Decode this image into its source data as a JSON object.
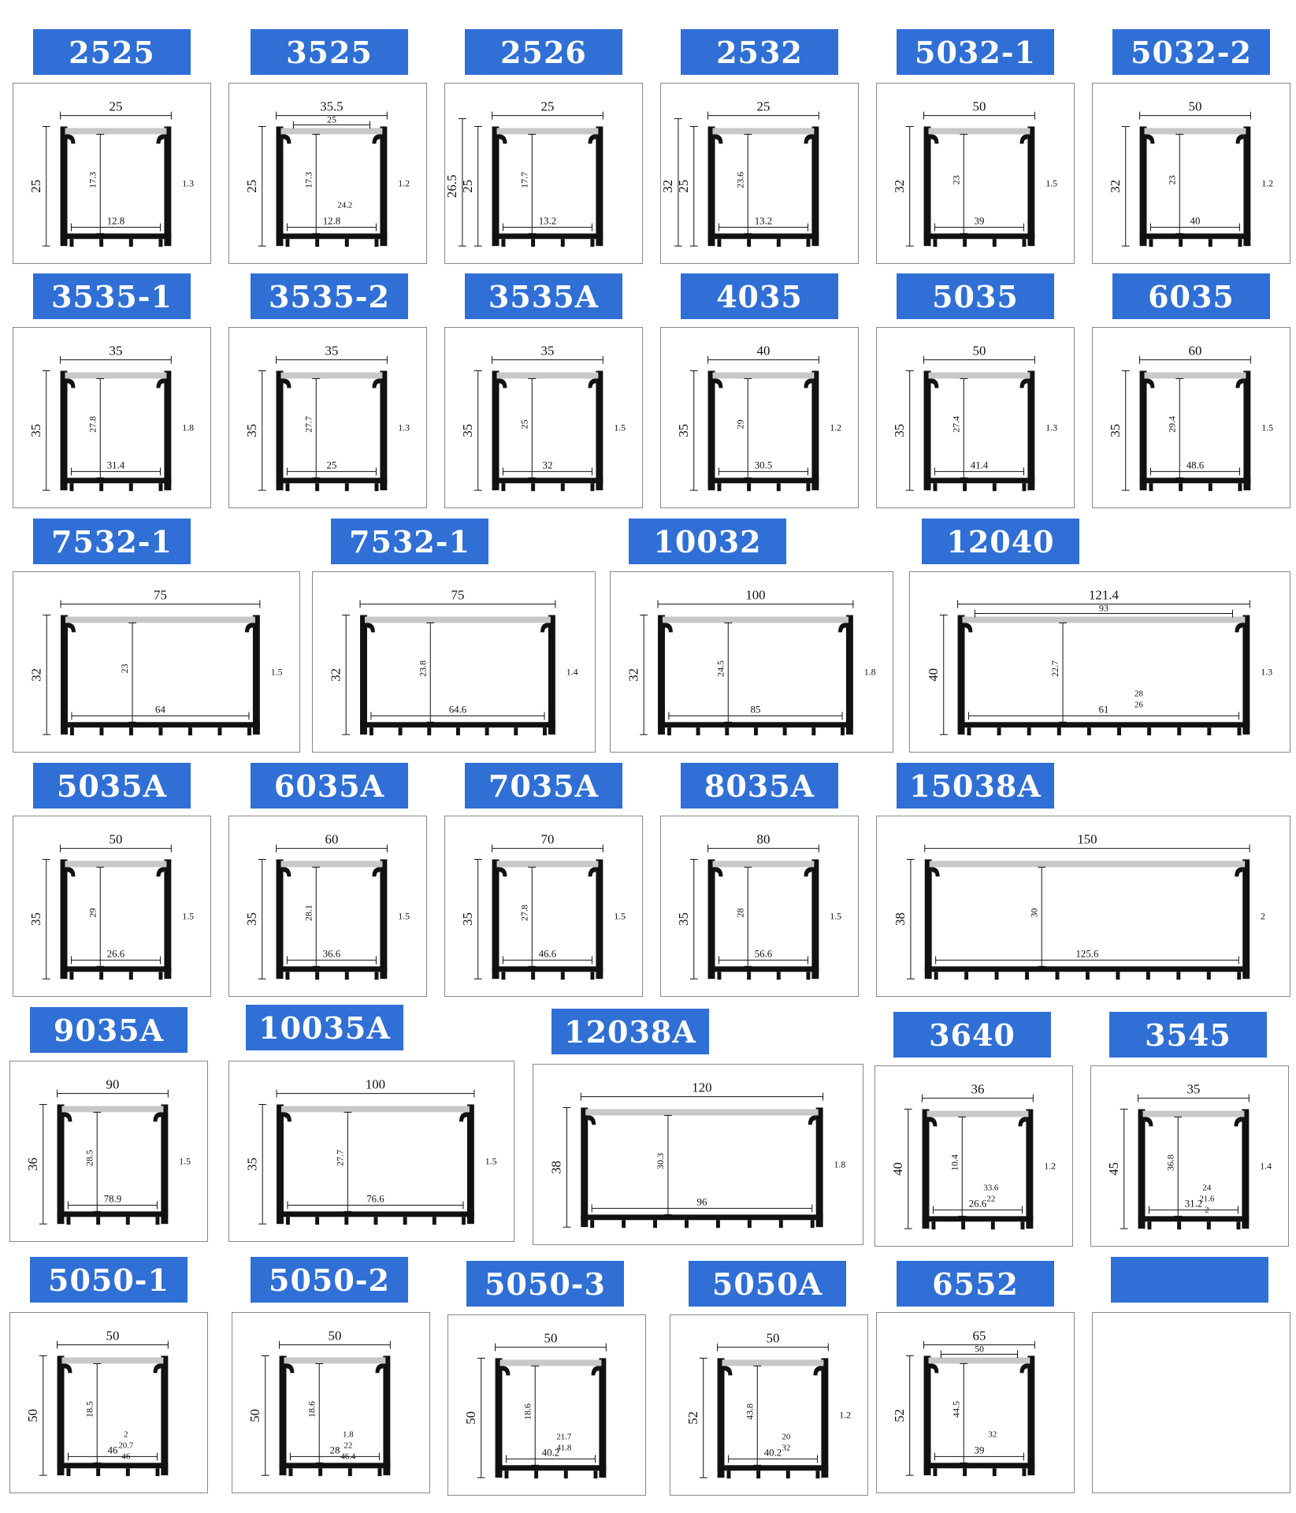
{
  "colors": {
    "label_bg": "#2f6fd6",
    "label_text": "#ffffff",
    "profile": "#111111",
    "diffuser": "#c8c8c8",
    "panel_border": "#888888"
  },
  "profiles": [
    {
      "name": "2525",
      "dims": {
        "top": "25",
        "height": "25",
        "depth": "17.3",
        "bottom": "12.8",
        "wall": "1.3"
      }
    },
    {
      "name": "3525",
      "dims": {
        "outer": "35.5",
        "top": "25",
        "height": "25",
        "total": "24.2",
        "depth": "17.3",
        "bottom": "12.8",
        "wall": "1.2"
      }
    },
    {
      "name": "2526",
      "dims": {
        "top": "25",
        "outer_height": "26.5",
        "height": "25",
        "depth": "17.7",
        "bottom": "13.2"
      }
    },
    {
      "name": "2532",
      "dims": {
        "top": "25",
        "outer_height": "32",
        "height": "25",
        "depth": "23.6",
        "bottom": "13.2"
      }
    },
    {
      "name": "5032-1",
      "dims": {
        "top": "50",
        "height": "32",
        "depth": "23",
        "bottom": "39",
        "wall": "1.5"
      }
    },
    {
      "name": "5032-2",
      "dims": {
        "top": "50",
        "height": "32",
        "depth": "23",
        "bottom": "40",
        "wall": "1.2"
      }
    },
    {
      "name": "3535-1",
      "dims": {
        "top": "35",
        "height": "35",
        "depth": "27.8",
        "bottom": "31.4",
        "wall": "1.8"
      }
    },
    {
      "name": "3535-2",
      "dims": {
        "top": "35",
        "height": "35",
        "depth": "27.7",
        "bottom": "25",
        "wall": "1.3"
      }
    },
    {
      "name": "3535A",
      "dims": {
        "top": "35",
        "height": "35",
        "depth": "25",
        "bottom": "32",
        "wall": "1.5"
      }
    },
    {
      "name": "4035",
      "dims": {
        "top": "40",
        "height": "35",
        "depth": "29",
        "bottom": "30.5",
        "wall": "1.2"
      }
    },
    {
      "name": "5035",
      "dims": {
        "top": "50",
        "height": "35",
        "depth": "27.4",
        "bottom": "41.4",
        "wall": "1.3"
      }
    },
    {
      "name": "6035",
      "dims": {
        "top": "60",
        "height": "35",
        "depth": "29.4",
        "bottom": "48.6",
        "wall": "1.5"
      }
    },
    {
      "name": "7532-1",
      "dims": {
        "top": "75",
        "height": "32",
        "depth": "23",
        "bottom": "64",
        "wall": "1.5"
      }
    },
    {
      "name": "7532-1",
      "dims": {
        "top": "75",
        "height": "32",
        "depth": "23.8",
        "bottom": "64.6",
        "wall": "1.4"
      }
    },
    {
      "name": "10032",
      "dims": {
        "top": "100",
        "height": "32",
        "depth": "24.5",
        "bottom": "85",
        "wall": "1.8"
      }
    },
    {
      "name": "12040",
      "dims": {
        "outer": "121.4",
        "top": "93",
        "height": "40",
        "inner": "28",
        "depth": "22.7",
        "bottom": "61",
        "side": "26",
        "wall": "1.3"
      }
    },
    {
      "name": "5035A",
      "dims": {
        "top": "50",
        "height": "35",
        "depth": "29",
        "bottom": "26.6",
        "wall": "1.5"
      }
    },
    {
      "name": "6035A",
      "dims": {
        "top": "60",
        "height": "35",
        "depth": "28.1",
        "bottom": "36.6",
        "wall": "1.5"
      }
    },
    {
      "name": "7035A",
      "dims": {
        "top": "70",
        "height": "35",
        "depth": "27.8",
        "bottom": "46.6",
        "wall": "1.5"
      }
    },
    {
      "name": "8035A",
      "dims": {
        "top": "80",
        "height": "35",
        "depth": "28",
        "bottom": "56.6",
        "wall": "1.5"
      }
    },
    {
      "name": "15038A",
      "dims": {
        "top": "150",
        "height": "38",
        "depth": "30",
        "bottom": "125.6",
        "wall": "2"
      }
    },
    {
      "name": "9035A",
      "dims": {
        "top": "90",
        "height": "36",
        "depth": "28.5",
        "bottom": "78.9",
        "wall": "1.5"
      }
    },
    {
      "name": "10035A",
      "dims": {
        "top": "100",
        "height": "35",
        "depth": "27.7",
        "bottom": "76.6",
        "wall": "1.5"
      }
    },
    {
      "name": "12038A",
      "dims": {
        "top": "120",
        "height": "38",
        "depth": "30.3",
        "bottom": "96",
        "wall": "1.8"
      }
    },
    {
      "name": "3640",
      "dims": {
        "top": "36",
        "height": "40",
        "upper_w": "33.6",
        "upper_h": "10.4",
        "lower_h": "22",
        "wall": "1.2",
        "bottom": "26.6"
      }
    },
    {
      "name": "3545",
      "dims": {
        "top": "35",
        "height": "45",
        "upper": "24",
        "lower": "21.6",
        "depth": "36.8",
        "bottom": "31.2",
        "wall": "1.4",
        "wall2": "2"
      }
    },
    {
      "name": "5050-1",
      "dims": {
        "top": "50",
        "height": "50",
        "upper_h": "18.5",
        "upper_w": "46",
        "gap": "2",
        "lower_h": "20.7",
        "lower_w": "46"
      }
    },
    {
      "name": "5050-2",
      "dims": {
        "top": "50",
        "height": "50",
        "upper_h": "18.6",
        "upper_w": "28",
        "gap": "1.8",
        "lower_h": "22",
        "lower_w": "46.4"
      }
    },
    {
      "name": "5050-3",
      "dims": {
        "top": "50",
        "height": "50",
        "upper_h": "18.6",
        "upper_w": "40.2",
        "lower_h": "21.7",
        "lower_w": "41.8"
      }
    },
    {
      "name": "5050A",
      "dims": {
        "top": "50",
        "height": "52",
        "upper": "20",
        "depth": "43.8",
        "lower": "32",
        "wall": "1.2",
        "bottom": "40.2"
      }
    },
    {
      "name": "6552",
      "dims": {
        "outer": "65",
        "top": "50",
        "height": "52",
        "depth": "44.5",
        "lower": "32",
        "bottom": "39"
      }
    },
    {
      "name": "",
      "dims": {}
    }
  ]
}
